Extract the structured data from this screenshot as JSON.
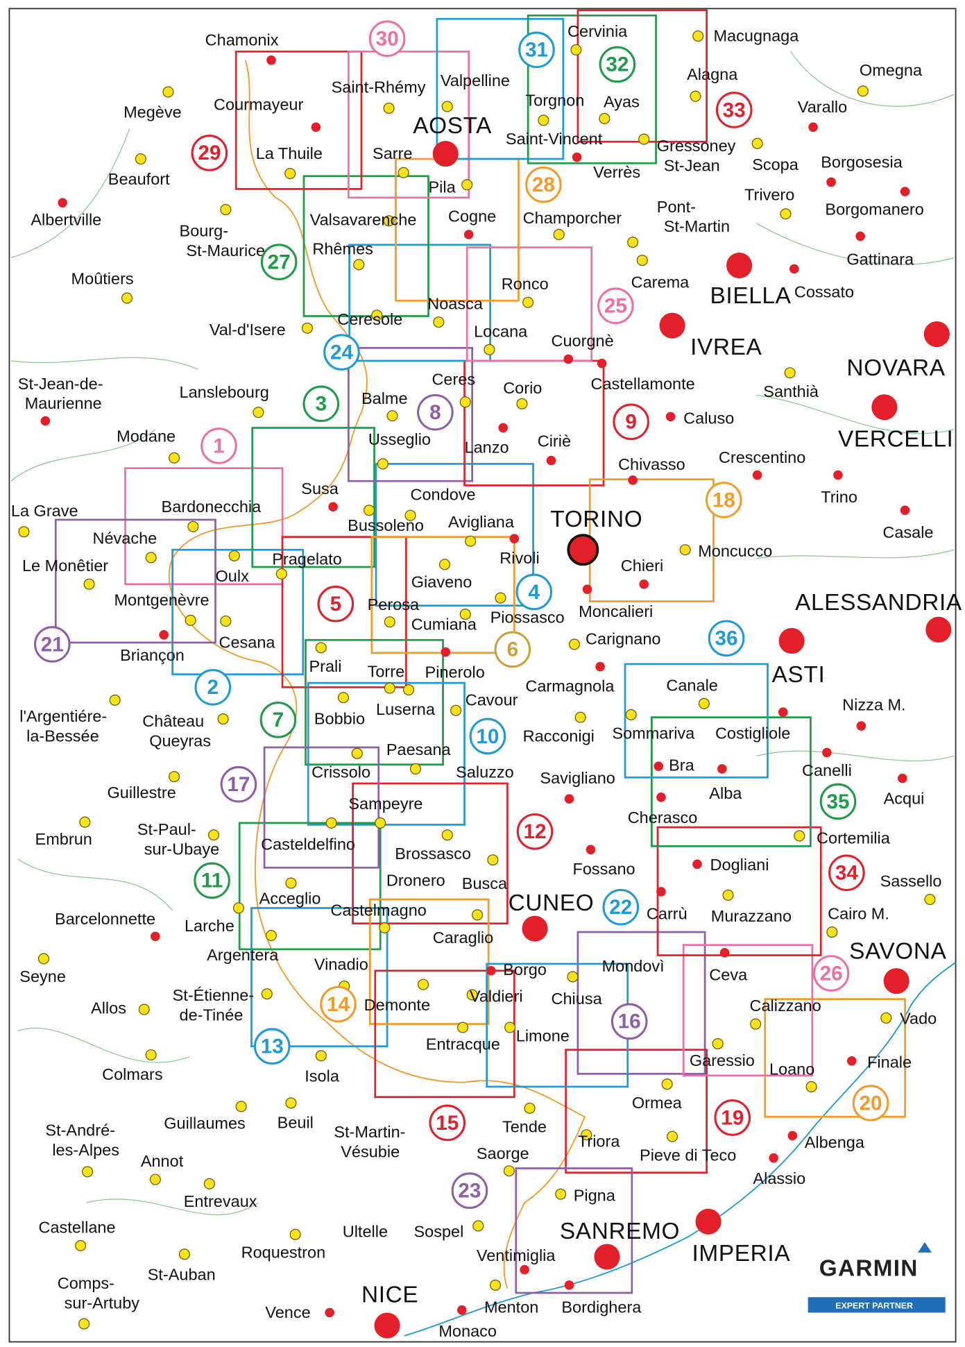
{
  "title": "Garmin map coverage – Western Alps / Piedmont / Liguria",
  "colors": {
    "red": "#e3202a",
    "pink": "#ec6fa6",
    "blue": "#1e9ad6",
    "green": "#1e9a48",
    "orange": "#f39a2b",
    "purple": "#8c5fa8",
    "gold": "#c9a33a",
    "town": "#f7e21b",
    "city": "#e3202a"
  },
  "places": [
    {
      "name": [
        "Chamonix"
      ]
    },
    {
      "name": [
        "Megève"
      ]
    },
    {
      "name": [
        "Courmayeur"
      ]
    },
    {
      "name": [
        "La Thuile"
      ]
    },
    {
      "name": [
        "Beaufort"
      ]
    },
    {
      "name": [
        "Albertville"
      ]
    },
    {
      "name": [
        "Bourg-",
        "St-Maurice"
      ]
    },
    {
      "name": [
        "Moûtiers"
      ]
    },
    {
      "name": [
        "Saint-Rhémy"
      ]
    },
    {
      "name": [
        "Sarre"
      ]
    },
    {
      "name": [
        "AOSTA"
      ]
    },
    {
      "name": [
        "Valpelline"
      ]
    },
    {
      "name": [
        "Cervinia"
      ]
    },
    {
      "name": [
        "Torgnon"
      ]
    },
    {
      "name": [
        "Ayas"
      ]
    },
    {
      "name": [
        "Saint-Vincent"
      ]
    },
    {
      "name": [
        "Macugnaga"
      ]
    },
    {
      "name": [
        "Alagna"
      ]
    },
    {
      "name": [
        "Gressoney",
        "St-Jean"
      ]
    },
    {
      "name": [
        "Verrès"
      ]
    },
    {
      "name": [
        "Omegna"
      ]
    },
    {
      "name": [
        "Varallo"
      ]
    },
    {
      "name": [
        "Scopa"
      ]
    },
    {
      "name": [
        "Borgosesia"
      ]
    },
    {
      "name": [
        "Trivero"
      ]
    },
    {
      "name": [
        "Borgomanero"
      ]
    },
    {
      "name": [
        "Gattinara"
      ]
    },
    {
      "name": [
        "Pila"
      ]
    },
    {
      "name": [
        "Cogne"
      ]
    },
    {
      "name": [
        "Champorcher"
      ]
    },
    {
      "name": [
        "Pont-",
        "St-Martin"
      ]
    },
    {
      "name": [
        "Carema"
      ]
    },
    {
      "name": [
        "BIELLA"
      ]
    },
    {
      "name": [
        "Cossato"
      ]
    },
    {
      "name": [
        "Valsavarenche"
      ]
    },
    {
      "name": [
        "Rhêmes"
      ]
    },
    {
      "name": [
        "Ronco"
      ]
    },
    {
      "name": [
        "Noasca"
      ]
    },
    {
      "name": [
        "Ceresole"
      ]
    },
    {
      "name": [
        "Locana"
      ]
    },
    {
      "name": [
        "Cuorgnè"
      ]
    },
    {
      "name": [
        "Castellamonte"
      ]
    },
    {
      "name": [
        "IVREA"
      ]
    },
    {
      "name": [
        "NOVARA"
      ]
    },
    {
      "name": [
        "Santhià"
      ]
    },
    {
      "name": [
        "Val-d'Isere"
      ]
    },
    {
      "name": [
        "Lanslebourg"
      ]
    },
    {
      "name": [
        "St-Jean-de-",
        "Maurienne"
      ]
    },
    {
      "name": [
        "Modane"
      ]
    },
    {
      "name": [
        "Ceres"
      ]
    },
    {
      "name": [
        "Balme"
      ]
    },
    {
      "name": [
        "Corio"
      ]
    },
    {
      "name": [
        "Usseglio"
      ]
    },
    {
      "name": [
        "Lanzo"
      ]
    },
    {
      "name": [
        "Ciriè"
      ]
    },
    {
      "name": [
        "Caluso"
      ]
    },
    {
      "name": [
        "VERCELLI"
      ]
    },
    {
      "name": [
        "Chivasso"
      ]
    },
    {
      "name": [
        "Crescentino"
      ]
    },
    {
      "name": [
        "Trino"
      ]
    },
    {
      "name": [
        "Casale"
      ]
    },
    {
      "name": [
        "Susa"
      ]
    },
    {
      "name": [
        "Condove"
      ]
    },
    {
      "name": [
        "Bussoleno"
      ]
    },
    {
      "name": [
        "Avigliana"
      ]
    },
    {
      "name": [
        "TORINO"
      ]
    },
    {
      "name": [
        "Moncucco"
      ]
    },
    {
      "name": [
        "Bardonecchia"
      ]
    },
    {
      "name": [
        "La Grave"
      ]
    },
    {
      "name": [
        "Névache"
      ]
    },
    {
      "name": [
        "Le Monêtier"
      ]
    },
    {
      "name": [
        "Oulx"
      ]
    },
    {
      "name": [
        "Pragelato"
      ]
    },
    {
      "name": [
        "Rivoli"
      ]
    },
    {
      "name": [
        "Chieri"
      ]
    },
    {
      "name": [
        "Giaveno"
      ]
    },
    {
      "name": [
        "Montgenèvre"
      ]
    },
    {
      "name": [
        "Perosa"
      ]
    },
    {
      "name": [
        "Cumiana"
      ]
    },
    {
      "name": [
        "Piossasco"
      ]
    },
    {
      "name": [
        "Moncalieri"
      ]
    },
    {
      "name": [
        "ALESSANDRIA"
      ]
    },
    {
      "name": [
        "Cesana"
      ]
    },
    {
      "name": [
        "Briançon"
      ]
    },
    {
      "name": [
        "Carignano"
      ]
    },
    {
      "name": [
        "Prali"
      ]
    },
    {
      "name": [
        "Torre"
      ]
    },
    {
      "name": [
        "Pinerolo"
      ]
    },
    {
      "name": [
        "ASTI"
      ]
    },
    {
      "name": [
        "Carmagnola"
      ]
    },
    {
      "name": [
        "Canale"
      ]
    },
    {
      "name": [
        "Cavour"
      ]
    },
    {
      "name": [
        "Luserna"
      ]
    },
    {
      "name": [
        "l'Argentiére-",
        "la-Bessée"
      ]
    },
    {
      "name": [
        "Château",
        "Queyras"
      ]
    },
    {
      "name": [
        "Bobbio"
      ]
    },
    {
      "name": [
        "Nizza M."
      ]
    },
    {
      "name": [
        "Racconigi"
      ]
    },
    {
      "name": [
        "Sommariva"
      ]
    },
    {
      "name": [
        "Costigliole"
      ]
    },
    {
      "name": [
        "Paesana"
      ]
    },
    {
      "name": [
        "Crissolo"
      ]
    },
    {
      "name": [
        "Guillestre"
      ]
    },
    {
      "name": [
        "Saluzzo"
      ]
    },
    {
      "name": [
        "Savigliano"
      ]
    },
    {
      "name": [
        "Bra"
      ]
    },
    {
      "name": [
        "Canelli"
      ]
    },
    {
      "name": [
        "Alba"
      ]
    },
    {
      "name": [
        "Acqui"
      ]
    },
    {
      "name": [
        "Sampeyre"
      ]
    },
    {
      "name": [
        "Cherasco"
      ]
    },
    {
      "name": [
        "Embrun"
      ]
    },
    {
      "name": [
        "St-Paul-",
        "sur-Ubaye"
      ]
    },
    {
      "name": [
        "Casteldelfino"
      ]
    },
    {
      "name": [
        "Brossasco"
      ]
    },
    {
      "name": [
        "Cortemilia"
      ]
    },
    {
      "name": [
        "Fossano"
      ]
    },
    {
      "name": [
        "Dogliani"
      ]
    },
    {
      "name": [
        "Dronero"
      ]
    },
    {
      "name": [
        "Busca"
      ]
    },
    {
      "name": [
        "Sassello"
      ]
    },
    {
      "name": [
        "Acceglio"
      ]
    },
    {
      "name": [
        "Castelmagno"
      ]
    },
    {
      "name": [
        "CUNEO"
      ]
    },
    {
      "name": [
        "Carrù"
      ]
    },
    {
      "name": [
        "Murazzano"
      ]
    },
    {
      "name": [
        "Cairo M."
      ]
    },
    {
      "name": [
        "Barcelonnette"
      ]
    },
    {
      "name": [
        "Larche"
      ]
    },
    {
      "name": [
        "Caraglio"
      ]
    },
    {
      "name": [
        "SAVONA"
      ]
    },
    {
      "name": [
        "Argentera"
      ]
    },
    {
      "name": [
        "Seyne"
      ]
    },
    {
      "name": [
        "Vinadio"
      ]
    },
    {
      "name": [
        "Mondovì"
      ]
    },
    {
      "name": [
        "Borgo"
      ]
    },
    {
      "name": [
        "Ceva"
      ]
    },
    {
      "name": [
        "Allos"
      ]
    },
    {
      "name": [
        "St-Étienne-",
        "de-Tinée"
      ]
    },
    {
      "name": [
        "Demonte"
      ]
    },
    {
      "name": [
        "Valdieri"
      ]
    },
    {
      "name": [
        "Chiusa"
      ]
    },
    {
      "name": [
        "Calizzano"
      ]
    },
    {
      "name": [
        "Vado"
      ]
    },
    {
      "name": [
        "Entracque"
      ]
    },
    {
      "name": [
        "Limone"
      ]
    },
    {
      "name": [
        "Garessio"
      ]
    },
    {
      "name": [
        "Loano"
      ]
    },
    {
      "name": [
        "Finale"
      ]
    },
    {
      "name": [
        "Colmars"
      ]
    },
    {
      "name": [
        "Isola"
      ]
    },
    {
      "name": [
        "Ormea"
      ]
    },
    {
      "name": [
        "Guillaumes"
      ]
    },
    {
      "name": [
        "Beuil"
      ]
    },
    {
      "name": [
        "St-André-",
        "les-Alpes"
      ]
    },
    {
      "name": [
        "St-Martin-",
        "Vésubie"
      ]
    },
    {
      "name": [
        "Tende"
      ]
    },
    {
      "name": [
        "Triora"
      ]
    },
    {
      "name": [
        "Albenga"
      ]
    },
    {
      "name": [
        "Pieve di Teco"
      ]
    },
    {
      "name": [
        "Saorge"
      ]
    },
    {
      "name": [
        "Annot"
      ]
    },
    {
      "name": [
        "Alassio"
      ]
    },
    {
      "name": [
        "Pigna"
      ]
    },
    {
      "name": [
        "Entrevaux"
      ]
    },
    {
      "name": [
        "SANREMO"
      ]
    },
    {
      "name": [
        "IMPERIA"
      ]
    },
    {
      "name": [
        "Castellane"
      ]
    },
    {
      "name": [
        "Ultelle"
      ]
    },
    {
      "name": [
        "Sospel"
      ]
    },
    {
      "name": [
        "Roquestron"
      ]
    },
    {
      "name": [
        "Ventimiglia"
      ]
    },
    {
      "name": [
        "St-Auban"
      ]
    },
    {
      "name": [
        "Comps-",
        "sur-Artuby"
      ]
    },
    {
      "name": [
        "Menton"
      ]
    },
    {
      "name": [
        "Bordighera"
      ]
    },
    {
      "name": [
        "NICE"
      ]
    },
    {
      "name": [
        "Vence"
      ]
    },
    {
      "name": [
        "Monaco"
      ]
    }
  ],
  "map_sheets": [
    {
      "number": "1",
      "color": "#ec6fa6"
    },
    {
      "number": "2",
      "color": "#1e9ad6"
    },
    {
      "number": "3",
      "color": "#1e9a48"
    },
    {
      "number": "4",
      "color": "#1e9ad6"
    },
    {
      "number": "5",
      "color": "#e3202a"
    },
    {
      "number": "6",
      "color": "#c9a33a"
    },
    {
      "number": "7",
      "color": "#1e9a48"
    },
    {
      "number": "8",
      "color": "#8c5fa8"
    },
    {
      "number": "9",
      "color": "#e3202a"
    },
    {
      "number": "10",
      "color": "#1e9ad6"
    },
    {
      "number": "11",
      "color": "#1e9a48"
    },
    {
      "number": "12",
      "color": "#e3202a"
    },
    {
      "number": "13",
      "color": "#1e9ad6"
    },
    {
      "number": "14",
      "color": "#f39a2b"
    },
    {
      "number": "15",
      "color": "#e3202a"
    },
    {
      "number": "16",
      "color": "#8c5fa8"
    },
    {
      "number": "17",
      "color": "#8c5fa8"
    },
    {
      "number": "18",
      "color": "#f39a2b"
    },
    {
      "number": "19",
      "color": "#e3202a"
    },
    {
      "number": "20",
      "color": "#f39a2b"
    },
    {
      "number": "21",
      "color": "#8c5fa8"
    },
    {
      "number": "22",
      "color": "#1e9ad6"
    },
    {
      "number": "23",
      "color": "#8c5fa8"
    },
    {
      "number": "24",
      "color": "#1e9ad6"
    },
    {
      "number": "25",
      "color": "#ec6fa6"
    },
    {
      "number": "26",
      "color": "#ec6fa6"
    },
    {
      "number": "27",
      "color": "#1e9a48"
    },
    {
      "number": "28",
      "color": "#f39a2b"
    },
    {
      "number": "29",
      "color": "#e3202a"
    },
    {
      "number": "30",
      "color": "#ec6fa6"
    },
    {
      "number": "31",
      "color": "#1e9ad6"
    },
    {
      "number": "32",
      "color": "#1e9a48"
    },
    {
      "number": "33",
      "color": "#e3202a"
    },
    {
      "number": "34",
      "color": "#e3202a"
    },
    {
      "number": "35",
      "color": "#1e9a48"
    },
    {
      "number": "36",
      "color": "#1e9ad6"
    }
  ],
  "logo": {
    "brand": "GARMIN",
    "badge": "EXPERT PARTNER"
  }
}
